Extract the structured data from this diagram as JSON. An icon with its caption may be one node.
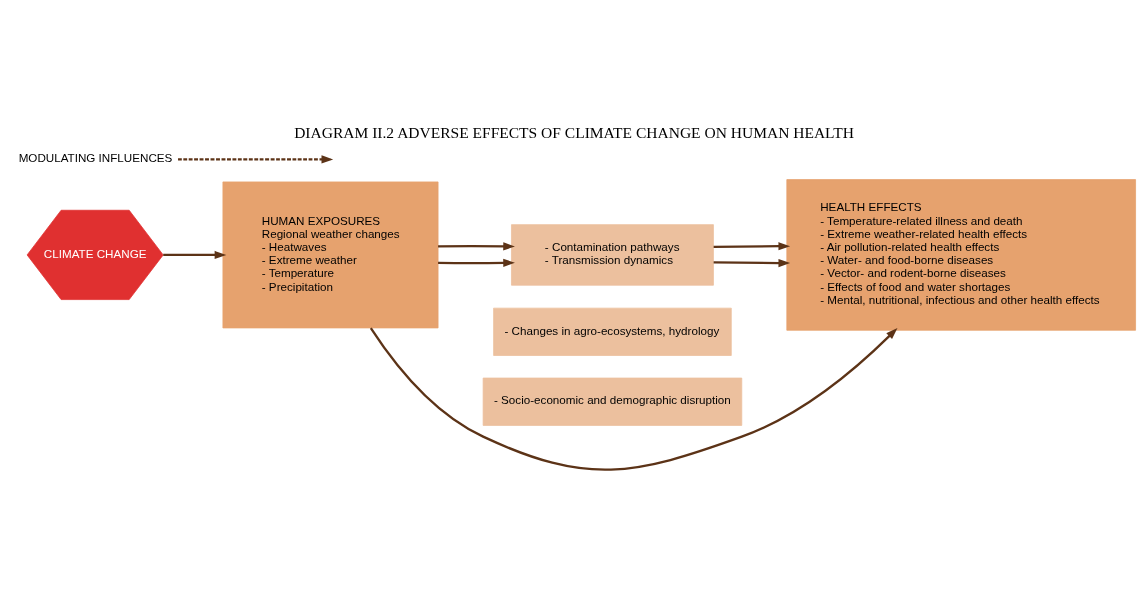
{
  "diagram": {
    "title": "DIAGRAM II.2 ADVERSE EFFECTS OF CLIMATE CHANGE ON HUMAN HEALTH",
    "nodes": [
      {
        "text": [
          "CLIMATE CHANGE"
        ]
      },
      {
        "text": [
          "HUMAN EXPOSURES",
          "Regional weather changes",
          "- Heatwaves",
          "- Extreme weather",
          "- Temperature",
          "- Precipitation"
        ]
      },
      {
        "text": [
          "- Contamination pathways",
          "- Transmission dynamics"
        ]
      },
      {
        "text": [
          "- Changes in agro-ecosystems, hydrology"
        ]
      },
      {
        "text": [
          "- Socio-economic and demographic disruption"
        ]
      },
      {
        "text": [
          "HEALTH EFFECTS",
          "- Temperature-related illness and death",
          "- Extreme weather-related health effects",
          "- Air pollution-related health effects",
          "- Water- and food-borne diseases",
          "- Vector- and rodent-borne diseases",
          "- Effects of food and water shortages",
          "- Mental, nutritional, infectious and other health effects"
        ]
      },
      {
        "text": [
          "MODULATING INFLUENCES"
        ]
      }
    ],
    "edges": [
      {
        "from": 0,
        "to": 1,
        "arrow": "to"
      },
      {
        "from": 1,
        "to": 5,
        "arrow": "to"
      },
      {
        "from": 1,
        "to": 2,
        "arrow": "to"
      },
      {
        "from": 1,
        "to": 2,
        "arrow": "to"
      },
      {
        "from": 2,
        "to": 5,
        "arrow": "to"
      },
      {
        "from": 2,
        "to": 5,
        "arrow": "to"
      },
      {
        "from": 6,
        "to": null,
        "arrow": "to",
        "style": "dashed"
      }
    ]
  }
}
